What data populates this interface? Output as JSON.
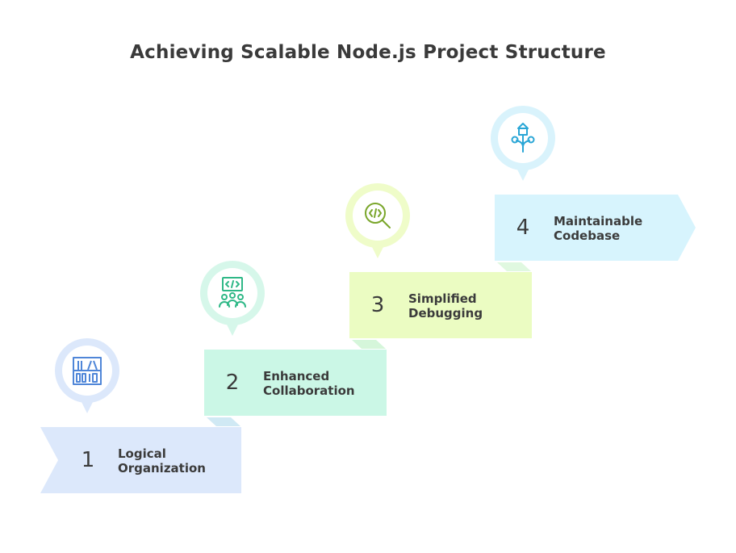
{
  "title": "Achieving Scalable Node.js Project Structure",
  "steps": [
    {
      "number": "1",
      "line1": "Logical",
      "line2": "Organization",
      "color": "#dce8fb",
      "icon_color": "#4f86d8",
      "pin_color": "#dce8fb",
      "icon": "bookshelf-icon"
    },
    {
      "number": "2",
      "line1": "Enhanced",
      "line2": "Collaboration",
      "color": "#cbf7e6",
      "icon_color": "#2fb887",
      "pin_color": "#d6f7ea",
      "icon": "team-code-icon"
    },
    {
      "number": "3",
      "line1": "Simplified",
      "line2": "Debugging",
      "color": "#ebfcc2",
      "icon_color": "#7aa62b",
      "pin_color": "#effcc9",
      "icon": "code-search-icon"
    },
    {
      "number": "4",
      "line1": "Maintainable",
      "line2": "Codebase",
      "color": "#d7f4fd",
      "icon_color": "#2aa6d6",
      "pin_color": "#d9f3fc",
      "icon": "branching-house-icon"
    }
  ]
}
